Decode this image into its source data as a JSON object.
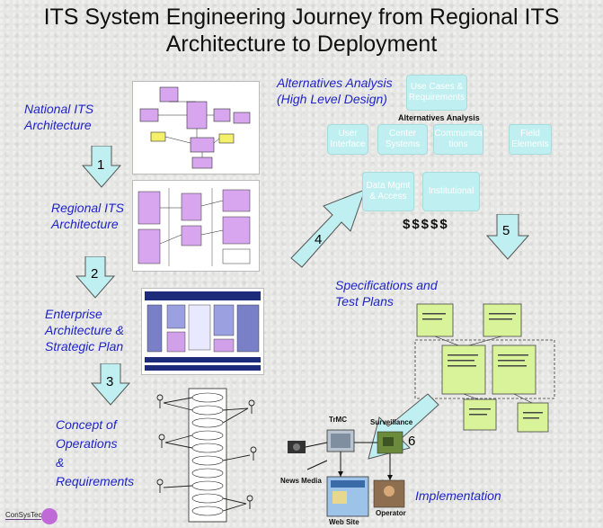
{
  "title": {
    "line1": "ITS System Engineering Journey from Regional ITS",
    "line2": "Architecture to Deployment"
  },
  "steps": {
    "national": [
      "National ITS",
      "Architecture"
    ],
    "regional": [
      "Regional ITS",
      "Architecture"
    ],
    "enterprise": [
      "Enterprise",
      "Architecture  &",
      "Strategic Plan"
    ],
    "conops": [
      "Concept of",
      "Operations",
      "&",
      "Requirements"
    ],
    "alternatives": [
      "Alternatives Analysis",
      "(High Level Design)"
    ],
    "specs": [
      "Specifications and",
      "Test Plans"
    ],
    "implementation": "Implementation"
  },
  "arrow_numbers": [
    "1",
    "2",
    "3",
    "4",
    "5",
    "6"
  ],
  "alternatives_panel": {
    "heading": "Alternatives Analysis",
    "use_cases": "Use Cases & Requirements",
    "boxes": [
      "User Interface",
      "Center Systems",
      "Communications",
      "Field Elements",
      "Data Mgmt & Access",
      "Institutional"
    ],
    "cost": "$$$$$"
  },
  "implementation_labels": {
    "trmc": "TrMC",
    "surveillance": "Surveillance",
    "news_media": "News Media",
    "web_site": "Web Site",
    "operator": "Operator"
  },
  "logo": "ConSysTec",
  "colors": {
    "label_blue": "#1f23c8",
    "arrow_fill": "#bfeff0",
    "doc_green": "#d9f39a",
    "purple": "#d8a6ee"
  }
}
